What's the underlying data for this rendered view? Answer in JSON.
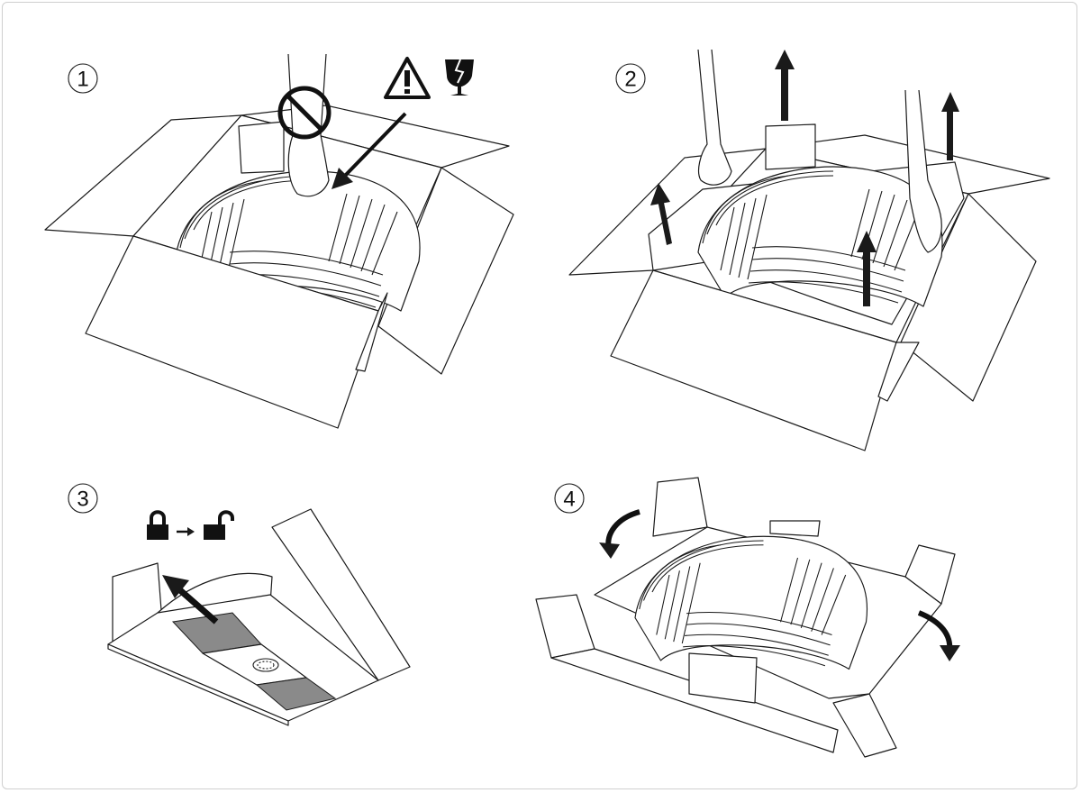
{
  "steps": [
    {
      "label": "1",
      "icons": [
        "no-touch-sign-icon",
        "warning-icon",
        "fragile-glass-icon"
      ]
    },
    {
      "label": "2",
      "icons": [
        "lift-arrow-icon"
      ]
    },
    {
      "label": "3",
      "icons": [
        "lock-closed-icon",
        "arrow-right-icon",
        "lock-open-icon"
      ]
    },
    {
      "label": "4",
      "icons": [
        "rotate-arrow-icon"
      ]
    }
  ],
  "colors": {
    "line": "#1a1a1a",
    "panel_gray": "#8a8a8a",
    "border": "#cfcfcf"
  }
}
